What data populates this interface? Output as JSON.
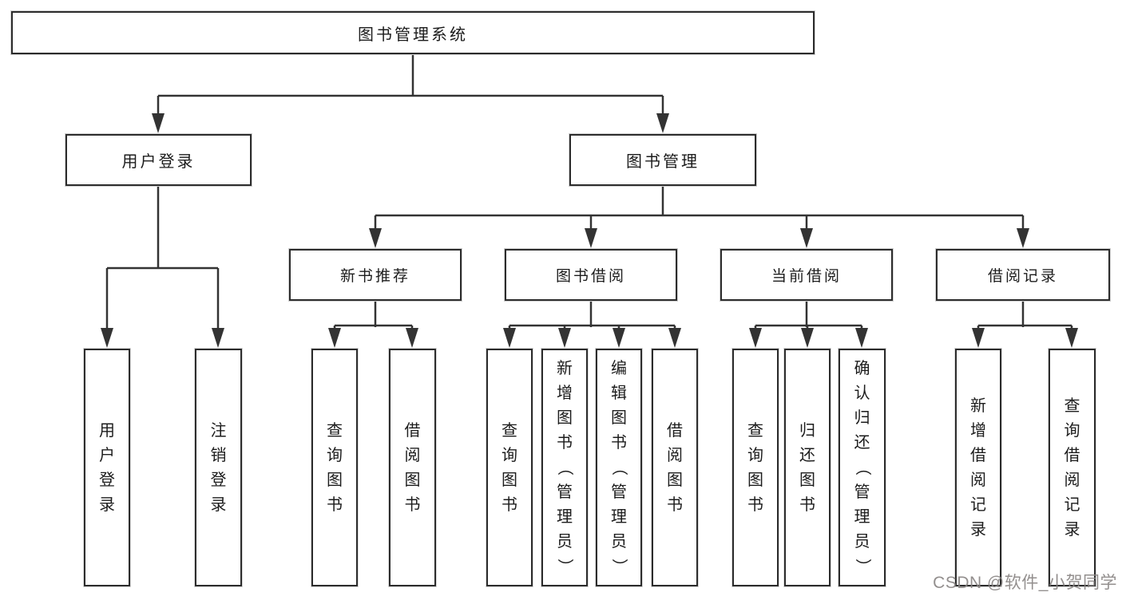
{
  "tree": {
    "root": "图书管理系统",
    "children": [
      {
        "label": "用户登录",
        "leaves": [
          "用户登录",
          "注销登录"
        ]
      },
      {
        "label": "图书管理",
        "children": [
          {
            "label": "新书推荐",
            "leaves": [
              "查询图书",
              "借阅图书"
            ]
          },
          {
            "label": "图书借阅",
            "leaves": [
              "查询图书",
              "新增图书（管理员）",
              "编辑图书（管理员）",
              "借阅图书"
            ]
          },
          {
            "label": "当前借阅",
            "leaves": [
              "查询图书",
              "归还图书",
              "确认归还（管理员）"
            ]
          },
          {
            "label": "借阅记录",
            "leaves": [
              "新增借阅记录",
              "查询借阅记录"
            ]
          }
        ]
      }
    ]
  },
  "watermark": {
    "text": "CSDN @软件_小贺同学"
  },
  "colors": {
    "line": "#333333",
    "box_border": "#2c2c2c",
    "text": "#1c1c1c",
    "watermark": "#8a8684",
    "background": "#ffffff"
  }
}
